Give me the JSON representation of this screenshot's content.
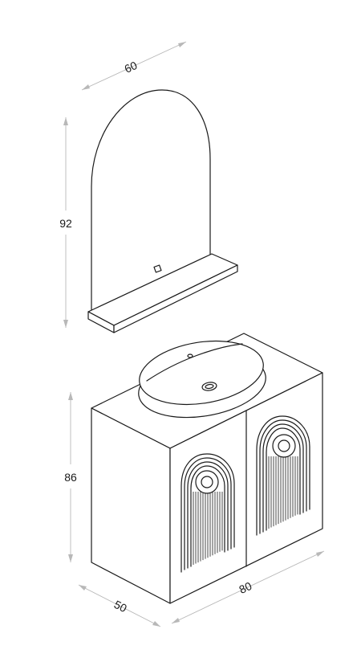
{
  "dimensions": {
    "mirror_width": "60",
    "mirror_height": "92",
    "cabinet_height": "86",
    "cabinet_depth": "50",
    "cabinet_width": "80"
  },
  "colors": {
    "line": "#1a1a1a",
    "dimension_line": "#b8b8b8",
    "background": "#ffffff"
  }
}
